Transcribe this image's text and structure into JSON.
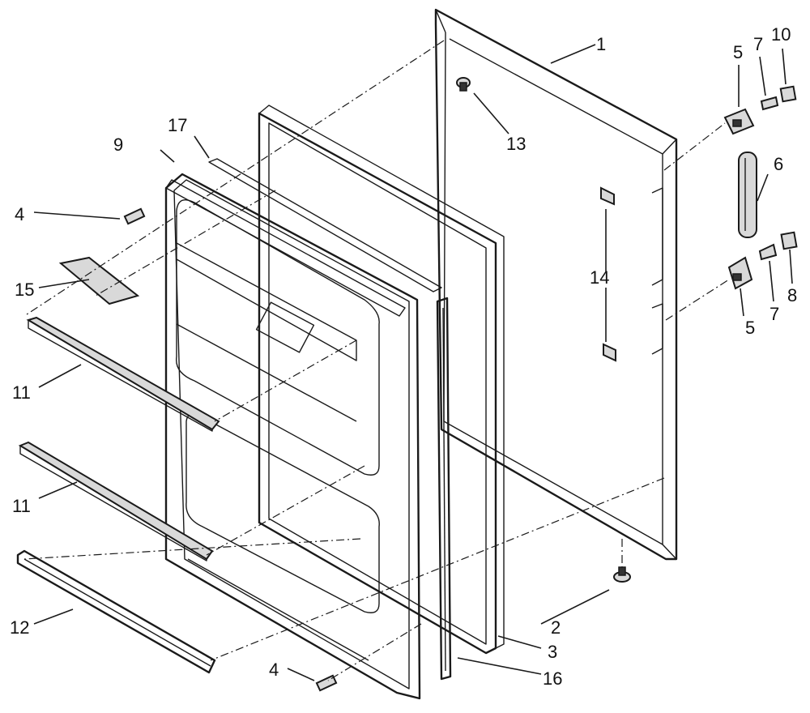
{
  "callouts": {
    "c1": "1",
    "c2": "2",
    "c3": "3",
    "c4a": "4",
    "c4b": "4",
    "c5a": "5",
    "c5b": "5",
    "c6": "6",
    "c7a": "7",
    "c7b": "7",
    "c8": "8",
    "c9": "9",
    "c10": "10",
    "c11a": "11",
    "c11b": "11",
    "c12": "12",
    "c13": "13",
    "c14": "14",
    "c15": "15",
    "c16": "16",
    "c17": "17"
  },
  "colors": {
    "line": "#1a1a1a",
    "background": "#ffffff"
  }
}
